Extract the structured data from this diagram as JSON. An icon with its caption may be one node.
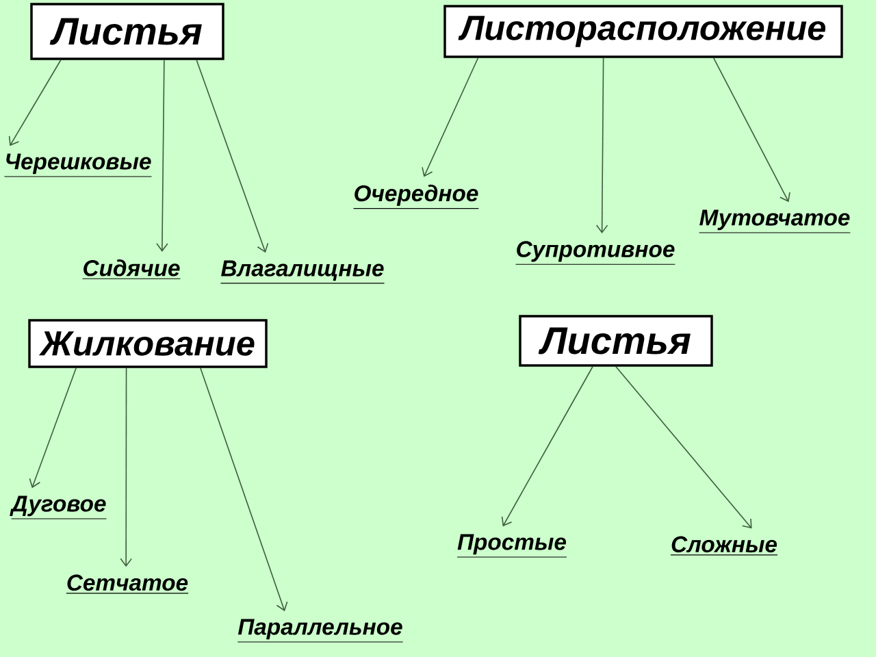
{
  "diagram": {
    "nodes": [
      {
        "text": [
          "Листья"
        ]
      },
      {
        "text": [
          "Листорасположение"
        ]
      },
      {
        "text": [
          "Черешковые"
        ]
      },
      {
        "text": [
          "Очередное"
        ]
      },
      {
        "text": [
          "Мутовчатое"
        ]
      },
      {
        "text": [
          "Супротивное"
        ]
      },
      {
        "text": [
          "Сидячие"
        ]
      },
      {
        "text": [
          "Влагалищные"
        ]
      },
      {
        "text": [
          "Листья"
        ]
      },
      {
        "text": [
          "Жилкование"
        ]
      },
      {
        "text": [
          "Дуговое"
        ]
      },
      {
        "text": [
          "Простые"
        ]
      },
      {
        "text": [
          "Сложные"
        ]
      },
      {
        "text": [
          "Сетчатое"
        ]
      },
      {
        "text": [
          "Параллельное"
        ]
      }
    ],
    "edges": [
      {
        "from": 0,
        "to": 2,
        "arrow": "to"
      },
      {
        "from": 0,
        "to": 6,
        "arrow": "to"
      },
      {
        "from": 0,
        "to": 7,
        "arrow": "to"
      },
      {
        "from": 1,
        "to": 3,
        "arrow": "to"
      },
      {
        "from": 1,
        "to": 5,
        "arrow": "to"
      },
      {
        "from": 1,
        "to": 4,
        "arrow": "to"
      },
      {
        "from": 8,
        "to": 11,
        "arrow": "to"
      },
      {
        "from": 8,
        "to": 12,
        "arrow": "to"
      },
      {
        "from": 9,
        "to": 10,
        "arrow": "to"
      },
      {
        "from": 9,
        "to": 13,
        "arrow": "to"
      },
      {
        "from": 9,
        "to": 14,
        "arrow": "to"
      }
    ]
  }
}
